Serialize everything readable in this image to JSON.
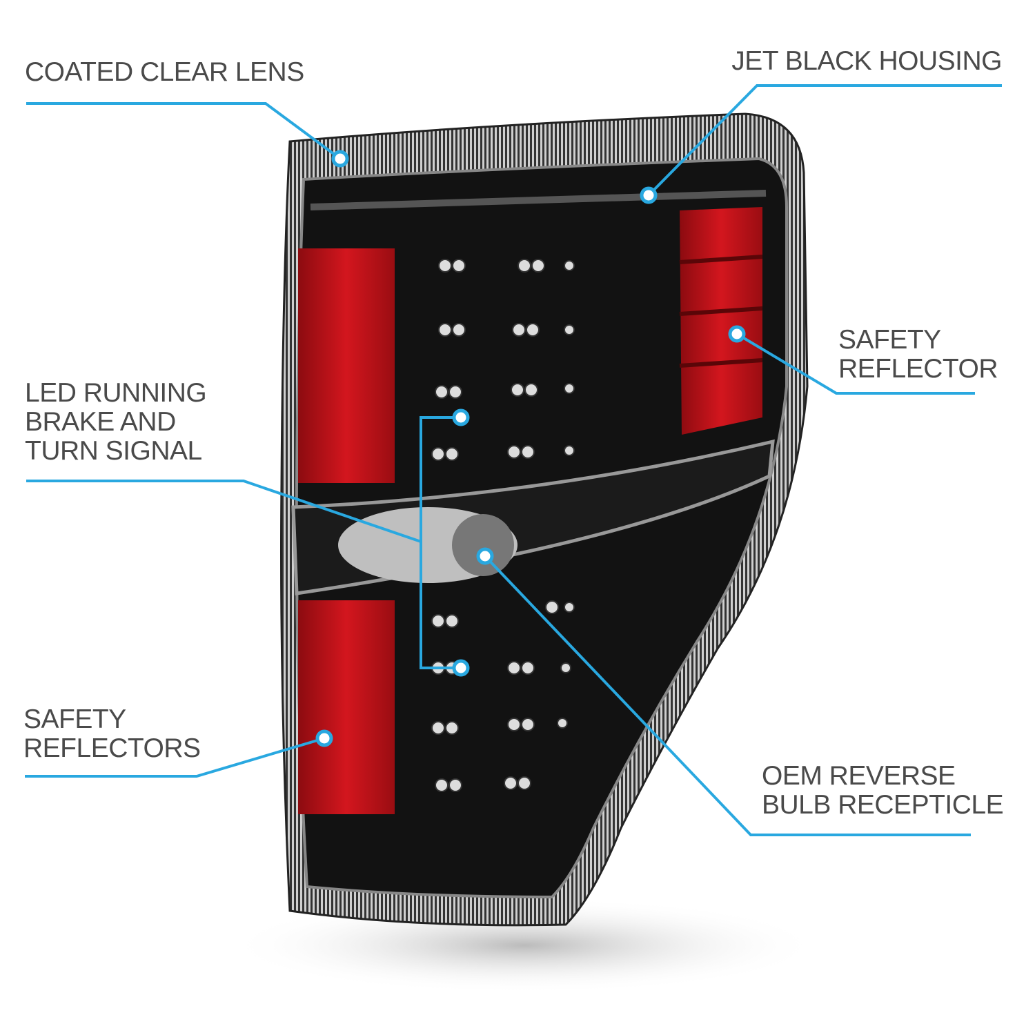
{
  "callouts": [
    {
      "id": "coated-clear-lens",
      "lines": [
        "COATED CLEAR LENS"
      ]
    },
    {
      "id": "jet-black-housing",
      "lines": [
        "JET BLACK HOUSING"
      ]
    },
    {
      "id": "safety-reflector",
      "lines": [
        "SAFETY",
        "REFLECTOR"
      ]
    },
    {
      "id": "led-running",
      "lines": [
        "LED RUNNING",
        "BRAKE AND",
        "TURN SIGNAL"
      ]
    },
    {
      "id": "safety-reflectors",
      "lines": [
        "SAFETY",
        "REFLECTORS"
      ]
    },
    {
      "id": "oem-reverse",
      "lines": [
        "OEM REVERSE",
        "BULB RECEPTICLE"
      ]
    }
  ],
  "colors": {
    "accent": "#29a8e0",
    "text": "#4a4a4a",
    "lens_red": "#c8141c",
    "housing": "#111111"
  }
}
